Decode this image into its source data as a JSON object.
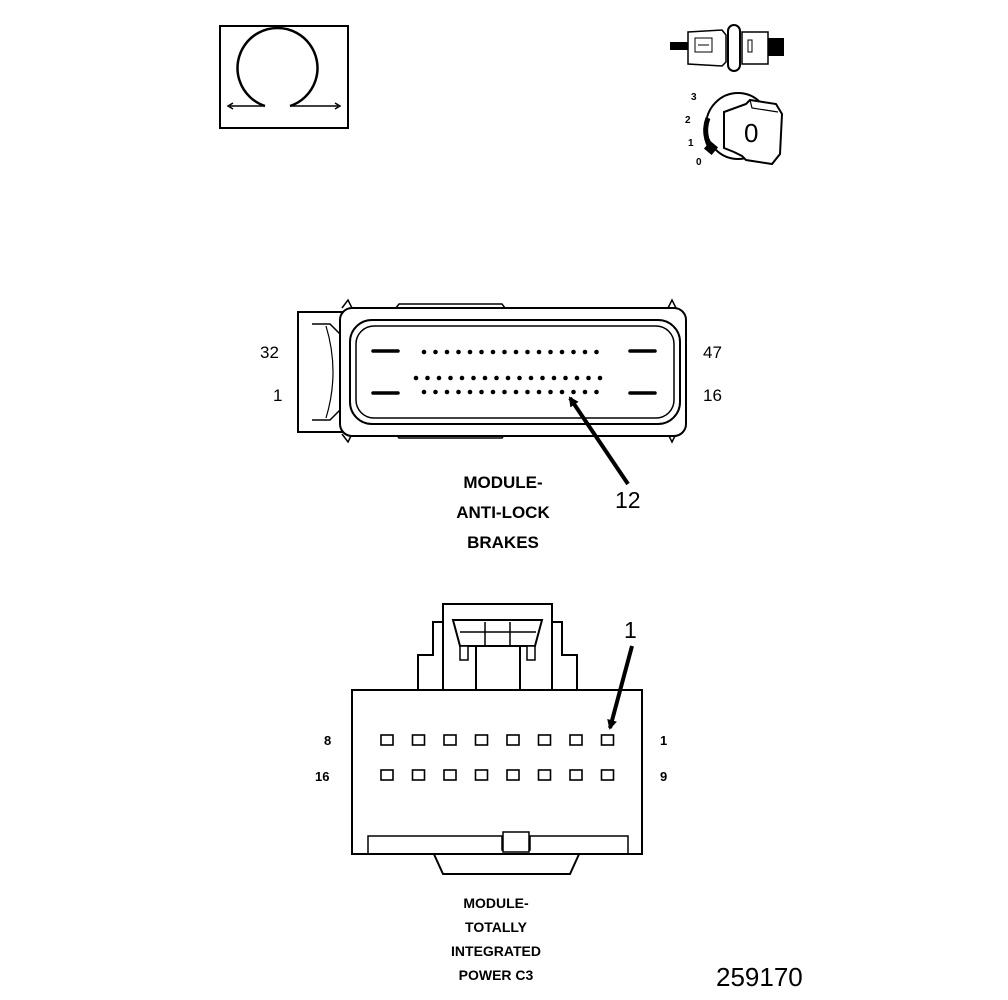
{
  "abs_connector": {
    "title_lines": [
      "MODULE-",
      "ANTI-LOCK",
      "BRAKES"
    ],
    "pin_labels": {
      "top_left": "32",
      "bottom_left": "1",
      "top_right": "47",
      "bottom_right": "16"
    },
    "callout": "12"
  },
  "tipm_connector": {
    "title_lines": [
      "MODULE-",
      "TOTALLY",
      "INTEGRATED",
      "POWER C3"
    ],
    "pin_labels": {
      "top_left": "8",
      "bottom_left": "16",
      "top_right": "1",
      "bottom_right": "9"
    },
    "callout": "1"
  },
  "ignition_key_icon": {
    "positions": [
      "3",
      "2",
      "1",
      "0"
    ],
    "key_symbol": "0"
  },
  "figure_number": "259170"
}
